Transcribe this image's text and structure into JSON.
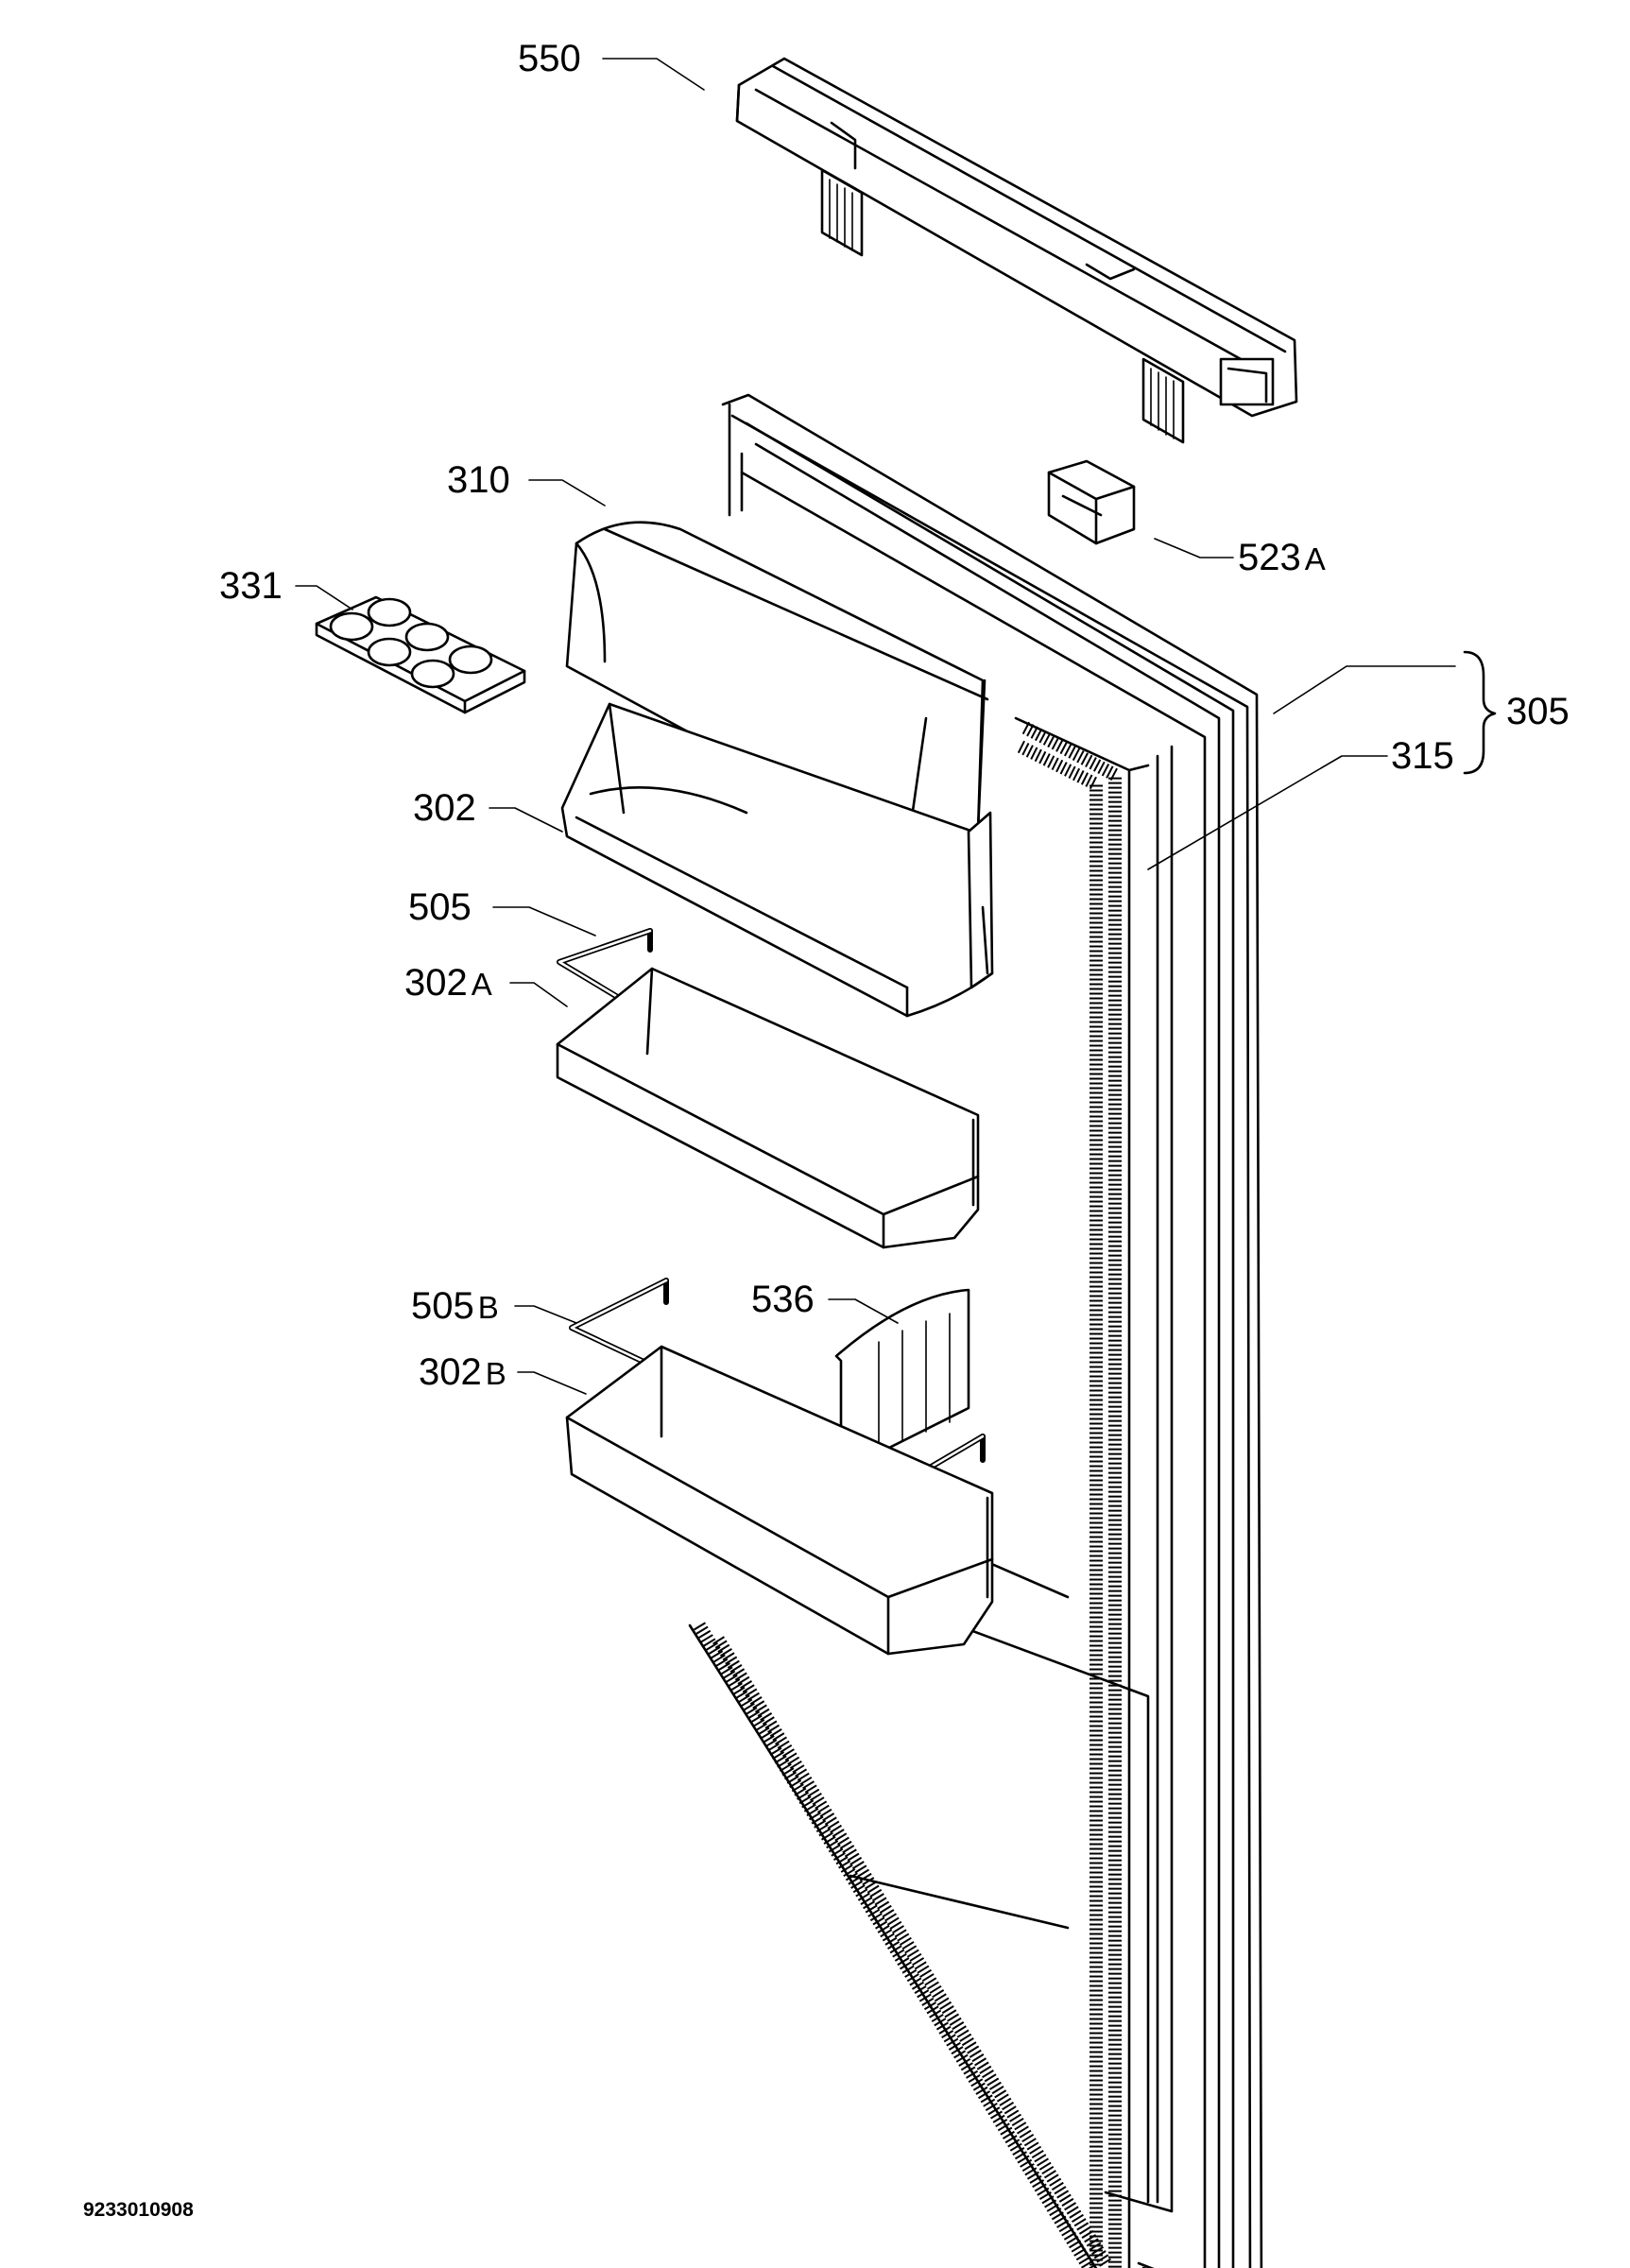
{
  "labels": [
    {
      "key": "550",
      "number": "550",
      "suffix": ""
    },
    {
      "key": "523a",
      "number": "523",
      "suffix": "A"
    },
    {
      "key": "310",
      "number": "310",
      "suffix": ""
    },
    {
      "key": "331",
      "number": "331",
      "suffix": ""
    },
    {
      "key": "305",
      "number": "305",
      "suffix": ""
    },
    {
      "key": "315",
      "number": "315",
      "suffix": ""
    },
    {
      "key": "302",
      "number": "302",
      "suffix": ""
    },
    {
      "key": "505",
      "number": "505",
      "suffix": ""
    },
    {
      "key": "302a",
      "number": "302",
      "suffix": "A"
    },
    {
      "key": "505b",
      "number": "505",
      "suffix": "B"
    },
    {
      "key": "536",
      "number": "536",
      "suffix": ""
    },
    {
      "key": "302b",
      "number": "302",
      "suffix": "B"
    }
  ],
  "document_number": "9233010908"
}
